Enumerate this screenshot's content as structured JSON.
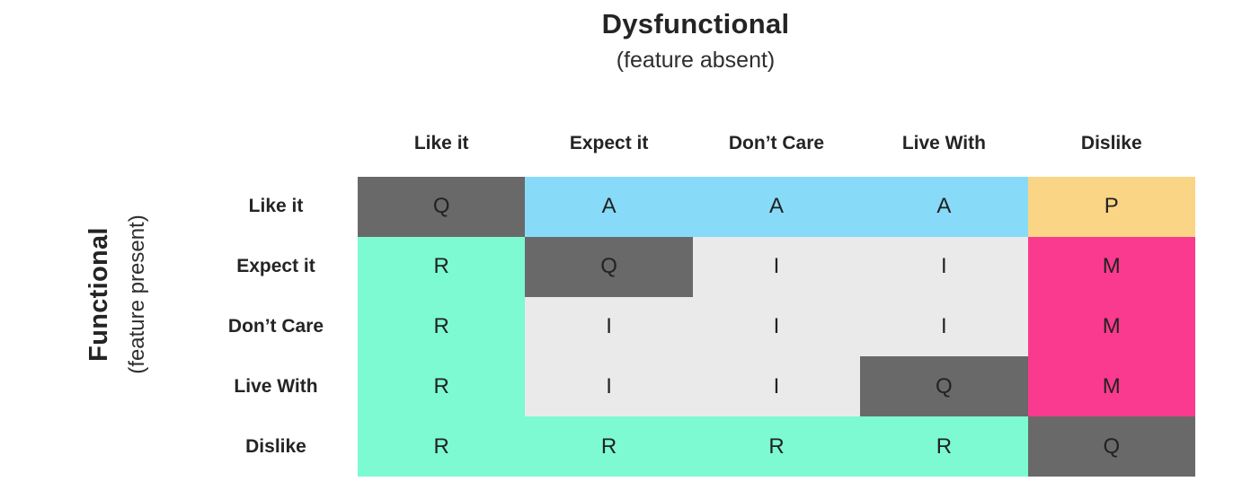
{
  "figure": {
    "x_axis": {
      "title": "Dysfunctional",
      "subtitle": "(feature absent)"
    },
    "y_axis": {
      "title": "Functional",
      "subtitle": "(feature present)"
    }
  },
  "chart_data": {
    "type": "table",
    "title": "Dysfunctional (feature absent)",
    "ylabel": "Functional (feature present)",
    "columns": [
      "Like it",
      "Expect it",
      "Don’t Care",
      "Live With",
      "Dislike"
    ],
    "rows": [
      "Like it",
      "Expect it",
      "Don’t Care",
      "Live With",
      "Dislike"
    ],
    "cells": [
      [
        "Q",
        "A",
        "A",
        "A",
        "P"
      ],
      [
        "R",
        "Q",
        "I",
        "I",
        "M"
      ],
      [
        "R",
        "I",
        "I",
        "I",
        "M"
      ],
      [
        "R",
        "I",
        "I",
        "Q",
        "M"
      ],
      [
        "R",
        "R",
        "R",
        "R",
        "Q"
      ]
    ],
    "cell_colors": {
      "Q": "#696969",
      "A": "#87DBF8",
      "P": "#FAD586",
      "R": "#7DFAD1",
      "I": "#EAEAEA",
      "M": "#FA3A8E"
    },
    "text_color": "#222222",
    "legend_position": "none",
    "grid": false
  }
}
